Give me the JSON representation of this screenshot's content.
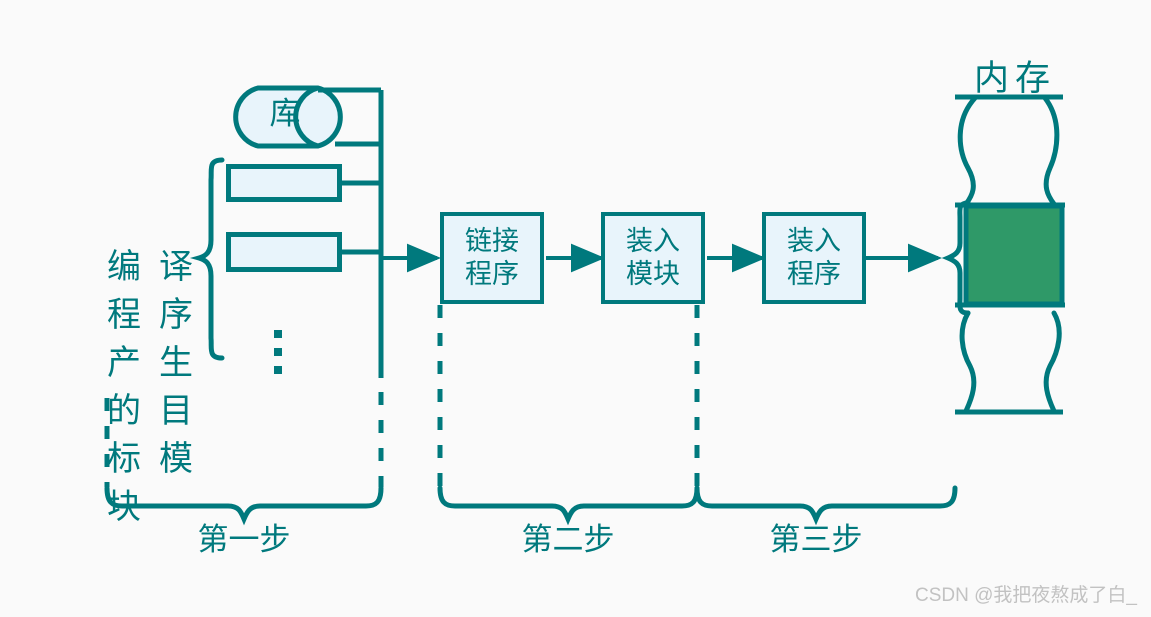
{
  "diagram": {
    "title_text": "",
    "colors": {
      "stroke": "#00797d",
      "box_fill": "#e8f4fb",
      "memory_block_fill": "#2f9968",
      "background": "#fafafa",
      "watermark": "#c2c2c2"
    },
    "source_group": {
      "label_chars": [
        "编",
        "译",
        "程",
        "序",
        "产",
        "生",
        "的",
        "目",
        "标",
        "模",
        "块"
      ],
      "label_text": "编译程序产生的目标模块",
      "library_label": "库",
      "module_boxes": [
        {
          "label": ""
        },
        {
          "label": ""
        }
      ],
      "ellipsis": "⋮"
    },
    "process_boxes": [
      {
        "id": "linker",
        "line1": "链接",
        "line2": "程序"
      },
      {
        "id": "load-module",
        "line1": "装入",
        "line2": "模块"
      },
      {
        "id": "loader",
        "line1": "装入",
        "line2": "程序"
      }
    ],
    "memory": {
      "label": "内存",
      "block_label": ""
    },
    "steps": [
      {
        "id": "step-1",
        "label": "第一步"
      },
      {
        "id": "step-2",
        "label": "第二步"
      },
      {
        "id": "step-3",
        "label": "第三步"
      }
    ],
    "watermark": "CSDN @我把夜熬成了白_"
  }
}
